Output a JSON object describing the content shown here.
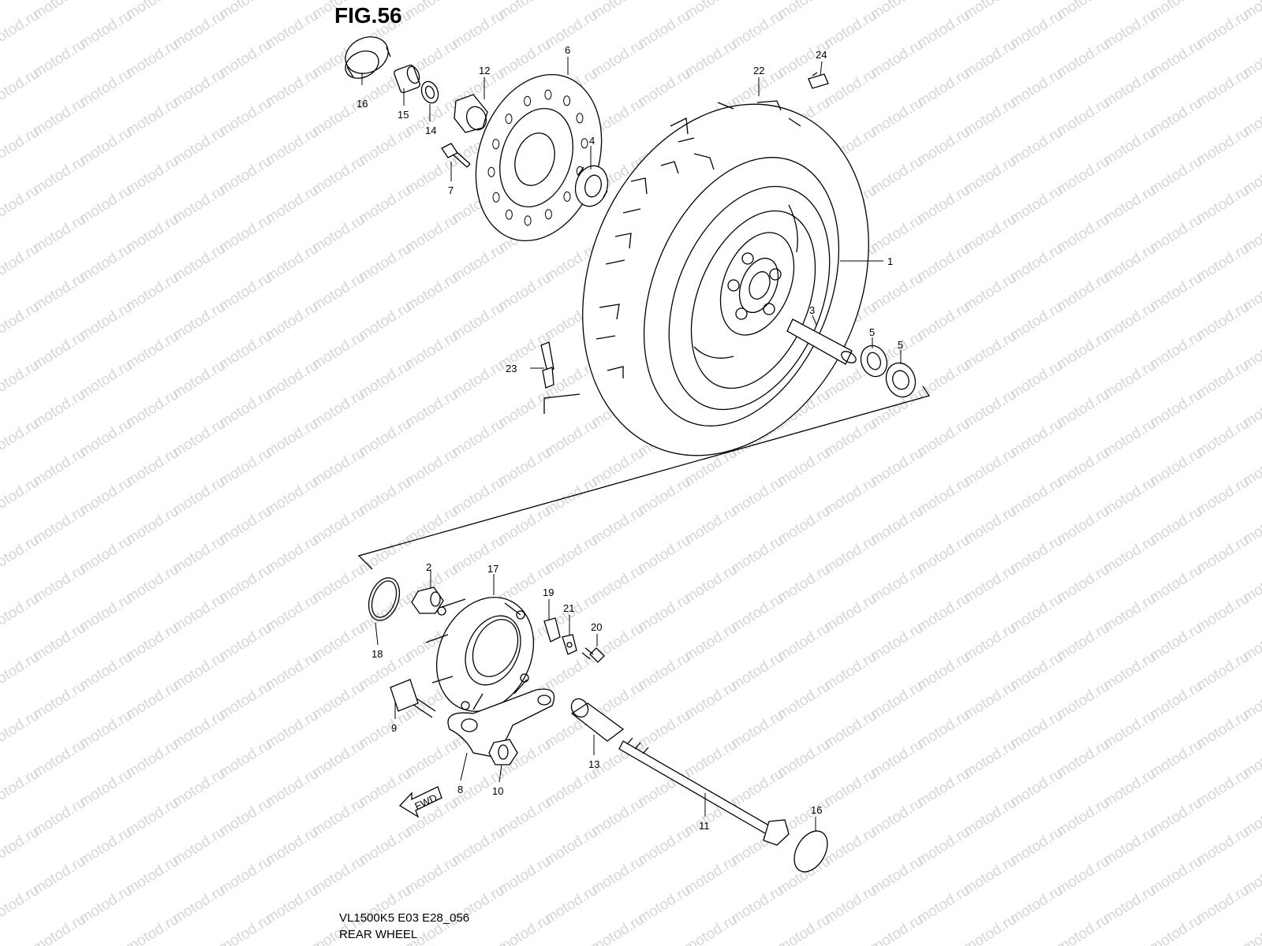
{
  "figure": {
    "title": "FIG.56",
    "code": "VL1500K5 E03 E28_056",
    "name": "REAR WHEEL",
    "watermark": "motod.ru"
  },
  "fwd_label": "FWD",
  "callouts": [
    "1",
    "2",
    "3",
    "4",
    "5",
    "5",
    "6",
    "7",
    "8",
    "9",
    "10",
    "11",
    "12",
    "13",
    "14",
    "15",
    "16",
    "16",
    "17",
    "18",
    "19",
    "20",
    "21",
    "22",
    "23",
    "24"
  ]
}
